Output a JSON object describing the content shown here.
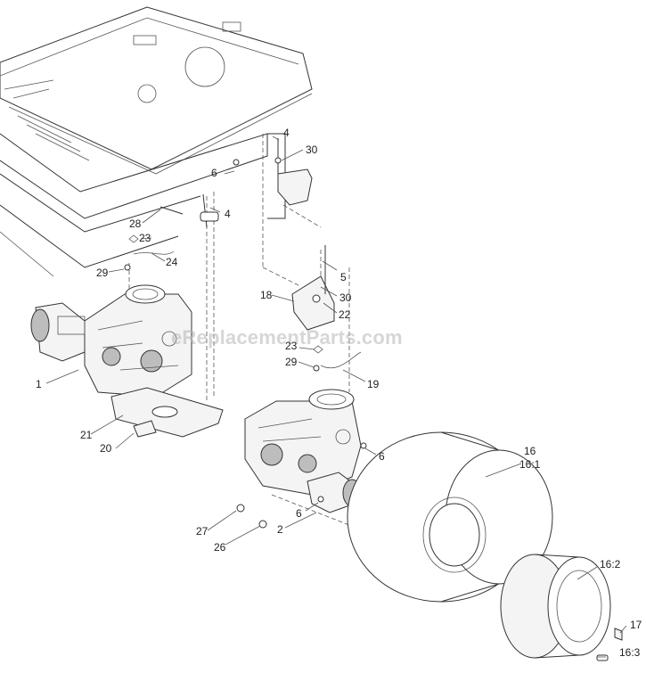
{
  "watermark": "eReplacementParts.com",
  "callouts": {
    "c1": "1",
    "c2": "2",
    "c4a": "4",
    "c4b": "4",
    "c5": "5",
    "c6a": "6",
    "c6b": "6",
    "c6c": "6",
    "c16": "16",
    "c16_1": "16:1",
    "c16_2": "16:2",
    "c16_3": "16:3",
    "c17": "17",
    "c18": "18",
    "c19": "19",
    "c20": "20",
    "c21": "21",
    "c22": "22",
    "c23a": "23",
    "c23b": "23",
    "c24": "24",
    "c26": "26",
    "c27": "27",
    "c28": "28",
    "c29a": "29",
    "c29b": "29",
    "c30a": "30",
    "c30b": "30"
  }
}
